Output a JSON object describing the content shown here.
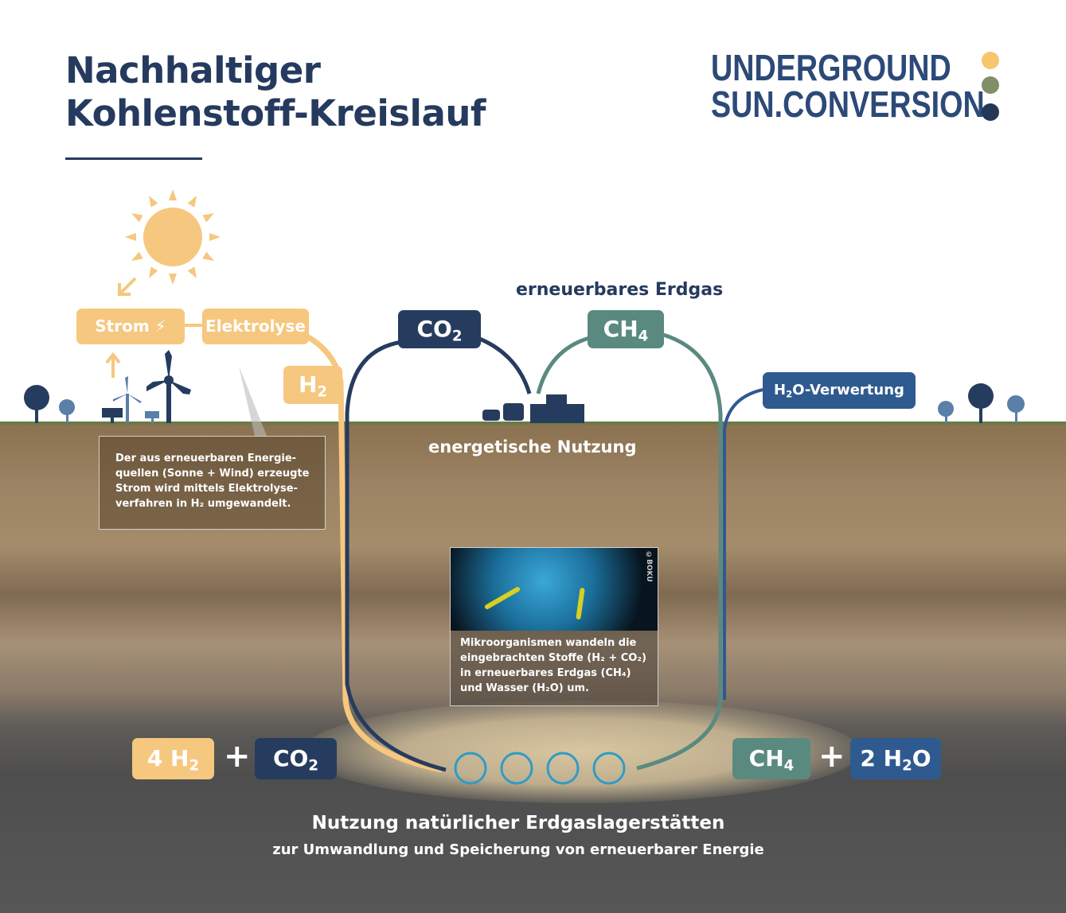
{
  "title": {
    "line1": "Nachhaltiger",
    "line2": "Kohlenstoff-Kreislauf"
  },
  "logo": {
    "line1": "UNDERGROUND",
    "line2": "SUN.CONVERSION",
    "dot_colors": [
      "#f5c66e",
      "#7f9068",
      "#233755"
    ]
  },
  "colors": {
    "orange": "#f6c77f",
    "navy": "#263c5f",
    "teal": "#5a8a7f",
    "blue": "#2f5a8f"
  },
  "top": {
    "strom": "Strom",
    "elektrolyse": "Elektrolyse",
    "h2": "H",
    "co2": "CO",
    "ch4": "CH",
    "erdgas_label": "erneuerbares Erdgas",
    "h2o_verwertung": "O-Verwertung",
    "energetische_nutzung": "energetische Nutzung"
  },
  "note_left": [
    "Der aus erneuerbaren Energie-",
    "quellen (Sonne + Wind) erzeugte",
    "Strom wird mittels Elektrolyse-",
    "verfahren in H",
    "₂",
    " umgewandelt."
  ],
  "note_micro": {
    "credit": "©BOKU",
    "lines": [
      "Mikroorganismen wandeln die",
      "eingebrachten Stoffe (H₂ + CO₂)",
      "in erneuerbares Erdgas (CH₄)",
      "und Wasser (H₂O) um."
    ]
  },
  "equation": {
    "left1": "4 H",
    "left2": "CO",
    "right1": "CH",
    "right2": "2 H",
    "right2b": "O",
    "plus": "+"
  },
  "bottom": {
    "title": "Nutzung natürlicher Erdgaslagerstätten",
    "subtitle": "zur Umwandlung und Speicherung von erneuerbarer Energie"
  }
}
